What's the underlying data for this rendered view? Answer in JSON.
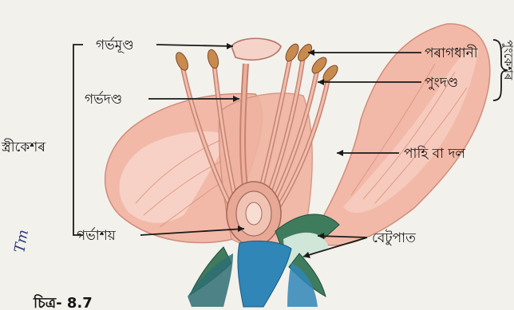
{
  "diagram": {
    "labels": {
      "stigma": "গৰ্ভমূণ্ড",
      "style": "গৰ্ভদণ্ড",
      "pistil": "স্ত্ৰীকেশৰ",
      "ovary": "গৰ্ভাশয়",
      "anther": "পৰাগধানী",
      "filament": "পুংদণ্ড",
      "stamen": "পুংকেশৰ",
      "petal": "পাহি বা দল",
      "sepal": "বেটুপাত"
    },
    "figure_caption": "চিত্ৰ- 8.7",
    "handwriting": "Tm",
    "colors": {
      "petal": "#f2b9a8",
      "petal_vein": "#d98e7a",
      "sepal_green": "#3f7c5e",
      "sepal_blue": "#2f86b7",
      "stigma": "#f6d3c8",
      "anther": "#c98a4e",
      "background": "#f3f1ec"
    }
  }
}
